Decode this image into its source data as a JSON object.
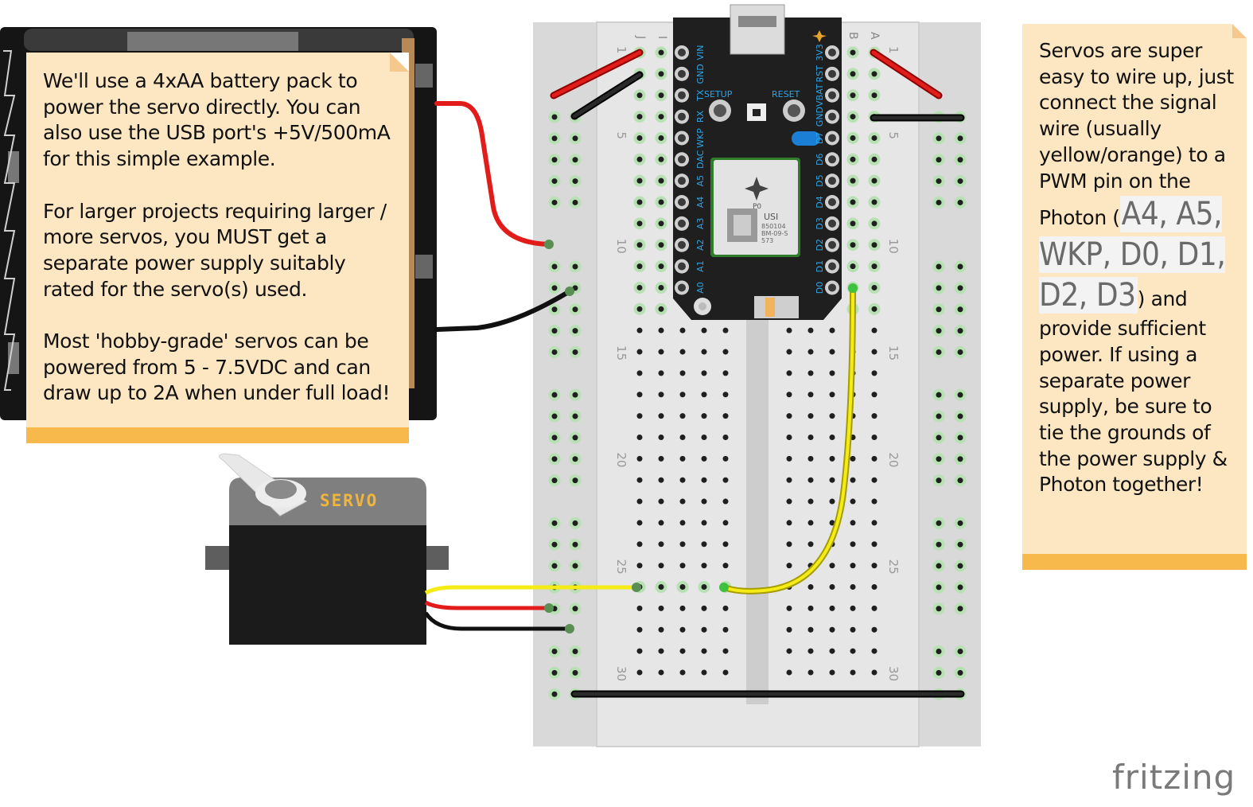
{
  "notes": {
    "left": {
      "paragraphs": [
        "We'll use a 4xAA battery pack to power the servo directly. You can also use the USB port's +5V/500mA for this simple example.",
        "For larger projects requiring larger / more servos, you MUST get a separate power supply suitably rated for the servo(s) used.",
        "Most 'hobby-grade' servos can be powered from 5 - 7.5VDC and can draw up to 2A when under full load!"
      ]
    },
    "right": {
      "text_before": "Servos are super easy to wire up, just connect the signal wire (usually yellow/orange) to a PWM pin on the Photon (",
      "pins": "A4, A5, WKP, D0, D1, D2, D3",
      "text_after": ") and provide sufficient power. If using a separate power supply, be sure to tie the grounds of the power supply & Photon together!"
    }
  },
  "servo": {
    "label": "SERVO"
  },
  "photon": {
    "left_pins": [
      "VIN",
      "GND",
      "TX",
      "RX",
      "WKP",
      "DAC",
      "A5",
      "A4",
      "A3",
      "A2",
      "A1",
      "A0"
    ],
    "right_pins": [
      "3V3",
      "RST",
      "VBAT",
      "GND",
      "D7",
      "D6",
      "D5",
      "D4",
      "D3",
      "D2",
      "D1",
      "D0"
    ],
    "buttons": [
      "SETUP",
      "RESET"
    ],
    "module_lines": [
      "P0",
      "850104",
      "BM-09-S",
      "573"
    ],
    "module_brand": "USI"
  },
  "breadboard": {
    "row_numbers": [
      "1",
      "5",
      "10",
      "15",
      "20",
      "25",
      "30"
    ],
    "column_letters_left": [
      "J",
      "I"
    ],
    "column_letters_right": [
      "B",
      "A"
    ]
  },
  "wire_colors": {
    "power": "#e21b1b",
    "ground": "#111111",
    "signal": "#f4ec14"
  },
  "brand": {
    "logo": "fritzing"
  }
}
